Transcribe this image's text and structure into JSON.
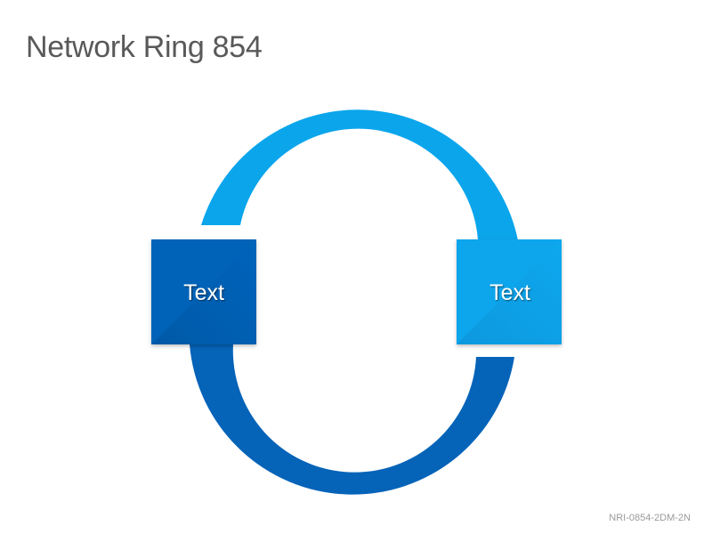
{
  "slide": {
    "title": "Network Ring 854",
    "code": "NRI-0854-2DM-2N"
  },
  "diagram": {
    "nodes": [
      {
        "id": "left",
        "label": "Text",
        "color": "#0563B8"
      },
      {
        "id": "right",
        "label": "Text",
        "color": "#0BA5EC"
      }
    ],
    "arcs": [
      {
        "id": "top",
        "color": "#0BA5EC"
      },
      {
        "id": "bottom",
        "color": "#0563B8"
      }
    ]
  }
}
